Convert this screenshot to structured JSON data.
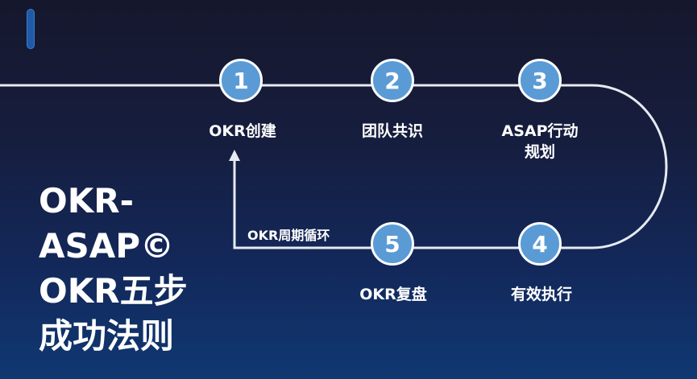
{
  "title_lines": [
    "OKR-",
    "ASAP©",
    "OKR五步",
    "成功法则"
  ],
  "cycle_label": "OKR周期循环",
  "steps": [
    {
      "number": "1",
      "label": "OKR创建"
    },
    {
      "number": "2",
      "label": "团队共识"
    },
    {
      "number": "3",
      "label_line1": "ASAP行动",
      "label_line2": "规划"
    },
    {
      "number": "4",
      "label": "有效执行"
    },
    {
      "number": "5",
      "label": "OKR复盘"
    }
  ],
  "colors": {
    "circle_fill": "#5b9bd5",
    "accent_bar": "#1f5aa6",
    "line": "#e6eaf2"
  }
}
